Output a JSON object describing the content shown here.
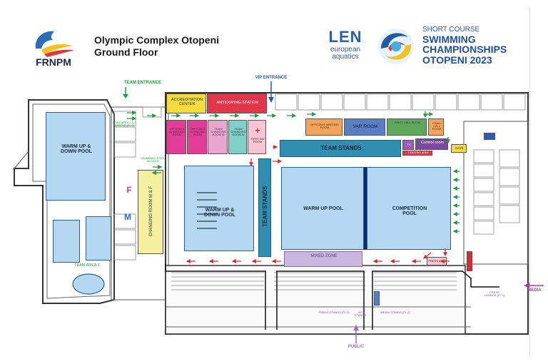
{
  "header": {
    "org_logo_text": "FRNPM",
    "title_line1": "Olympic Complex Otopeni",
    "title_line2": "Ground Floor",
    "len_line1": "LEN",
    "len_line2": "european",
    "len_line3": "aquatics",
    "event_line1": "SHORT COURSE",
    "event_line2": "SWIMMING",
    "event_line3": "CHAMPIONSHIPS",
    "event_line4": "OTOPENI 2023"
  },
  "colors": {
    "pool": "#b5d8f2",
    "team_stands": "#2f8fb0",
    "accreditation": "#f4dc3c",
    "antidoping": "#e2364a",
    "officials": "#e23c97",
    "var": "#5a7ec4",
    "first_call": "#5da85c",
    "control": "#7a4aa0",
    "changing": "#f5f0a0",
    "mixed_zone": "#cbb6e0",
    "arrow_red": "#e0262b",
    "arrow_green": "#1e9a3a",
    "label_blue": "#1f5aa6",
    "public_purple": "#9b6fc0"
  },
  "markers": {
    "team_entrance": "TEAM ENTRANCE",
    "vip_entrance": "VIP ENTRANCE",
    "media": "MEDIA",
    "public": "PUBLIC"
  },
  "rooms": {
    "accreditation": "ACCREDITATION CENTER",
    "antidoping": "ANTIDOPING STATION",
    "officials_changing_1": "OFFICIALS CHANGING ROOM",
    "officials_changing_2": "OFFICIALS CHANGING ROOM",
    "team_changing_m": "TEAM CHANGING ROOM M",
    "team_changing_w": "TEAM CHANGING ROOM W",
    "first_aid": "FIRST AID ROOM",
    "officials_meeting": "OFFICIALS MEETING ROOM",
    "var_room": "VAR ROOM",
    "first_call": "FIRST CALL ROOM",
    "final_call": "FINAL CALL ROOM",
    "control": "Control room",
    "tickets": "TICKETING AREA",
    "gate": "GATE",
    "changing_room_mf": "CHANGING ROOM M & F",
    "team_area_access": "TEAM AREA 2 & 3 ACCESS (FL 1)",
    "swimming_pool_access": "SWIMMING POOL ACCESS",
    "team_area_1": "TEAM AREA 1",
    "mixed_zone": "MIXED ZONE",
    "team_stands": "TEAM STANDS",
    "public_stands": "PUBLIC STANDS (FL 2)",
    "vip_stands": "VIP STANDS",
    "media_stands": "MEDIA STANDS (FL 2)",
    "press_area": "PRESS AREA",
    "press_lounge": "PRESS LOUNGE (FL 1)",
    "tv_hall": "TV"
  },
  "pools": {
    "left_warm_up": "WARM UP & DOWN POOL",
    "center_warm_up": "WARM UP & DOWN POOL",
    "warm_up": "WARM UP POOL",
    "competition": "COMPETITION POOL"
  },
  "letters": {
    "f": "F",
    "m": "M"
  }
}
